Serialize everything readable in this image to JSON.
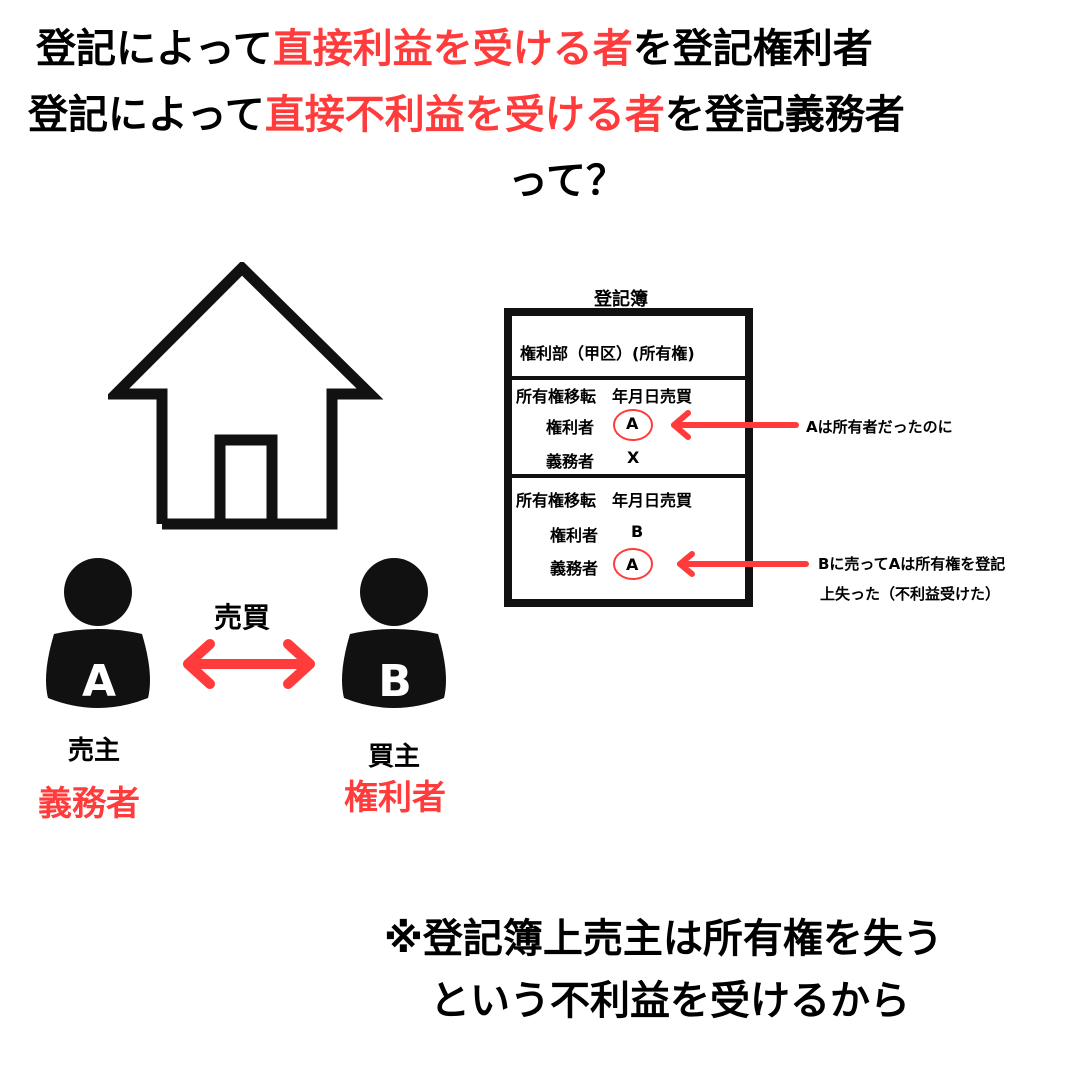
{
  "title": {
    "line1": {
      "pre": "登記によって",
      "highlight": "直接利益を受ける者",
      "post": "を登記権利者"
    },
    "line2": {
      "pre": "登記によって",
      "highlight": "直接不利益を受ける者",
      "post": "を登記義務者"
    },
    "line3": "って？"
  },
  "registry": {
    "title": "登記簿",
    "header": "権利部（甲区）(所有権)",
    "entry1": {
      "transfer": "所有権移転　年月日売買",
      "holder_label": "権利者",
      "holder_value": "A",
      "obligor_label": "義務者",
      "obligor_value": "X"
    },
    "entry2": {
      "transfer": "所有権移転　年月日売買",
      "holder_label": "権利者",
      "holder_value": "B",
      "obligor_label": "義務者",
      "obligor_value": "A"
    }
  },
  "notes": {
    "note1": "Aは所有者だったのに",
    "note2_line1": "Bに売ってAは所有権を登記",
    "note2_line2": "上失った（不利益受けた）"
  },
  "transaction": {
    "label": "売買"
  },
  "seller": {
    "letter": "A",
    "role": "売主",
    "name": "義務者"
  },
  "buyer": {
    "letter": "B",
    "role": "買主",
    "name": "権利者"
  },
  "footnote": {
    "line1": "※登記簿上売主は所有権を失う",
    "line2": "という不利益を受けるから"
  },
  "colors": {
    "accent": "#ff3b3b",
    "ink": "#111111"
  },
  "icons": {
    "house": "house-icon",
    "person": "person-icon",
    "arrow": "double-arrow-icon"
  }
}
